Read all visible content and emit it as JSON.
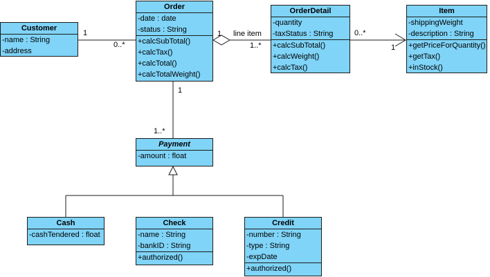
{
  "classes": {
    "customer": {
      "name": "Customer",
      "attributes": [
        "-name : String",
        "-address"
      ],
      "operations": []
    },
    "order": {
      "name": "Order",
      "attributes": [
        "-date : date",
        "-status : String"
      ],
      "operations": [
        "+calcSubTotal()",
        "+calcTax()",
        "+calcTotal()",
        "+calcTotalWeight()"
      ]
    },
    "orderdetail": {
      "name": "OrderDetail",
      "attributes": [
        "-quantity",
        "-taxStatus : String"
      ],
      "operations": [
        "+calcSubTotal()",
        "+calcWeight()",
        "+calcTax()"
      ]
    },
    "item": {
      "name": "Item",
      "attributes": [
        "-shippingWeight",
        "-description : String"
      ],
      "operations": [
        "+getPriceForQuantity()",
        "+getTax()",
        "+inStock()"
      ]
    },
    "payment": {
      "name": "Payment",
      "attributes": [
        "-amount : float"
      ],
      "operations": []
    },
    "cash": {
      "name": "Cash",
      "attributes": [
        "-cashTendered : float"
      ],
      "operations": []
    },
    "check": {
      "name": "Check",
      "attributes": [
        "-name : String",
        "-bankID : String"
      ],
      "operations": [
        "+authorized()"
      ]
    },
    "credit": {
      "name": "Credit",
      "attributes": [
        "-number : String",
        "-type : String",
        "-expDate"
      ],
      "operations": [
        "+authorized()"
      ]
    }
  },
  "associations": {
    "customer_order": {
      "customer_end": "1",
      "order_end": "0..*"
    },
    "order_orderdetail": {
      "order_end": "1",
      "role": "line item",
      "orderdetail_end": "1..*"
    },
    "orderdetail_item": {
      "orderdetail_end": "0..*",
      "item_end": "1"
    },
    "order_payment": {
      "order_end": "1",
      "payment_end": "1..*"
    }
  },
  "colors": {
    "class_fill": "#7fd4f8",
    "stroke": "#1b1b1b"
  }
}
